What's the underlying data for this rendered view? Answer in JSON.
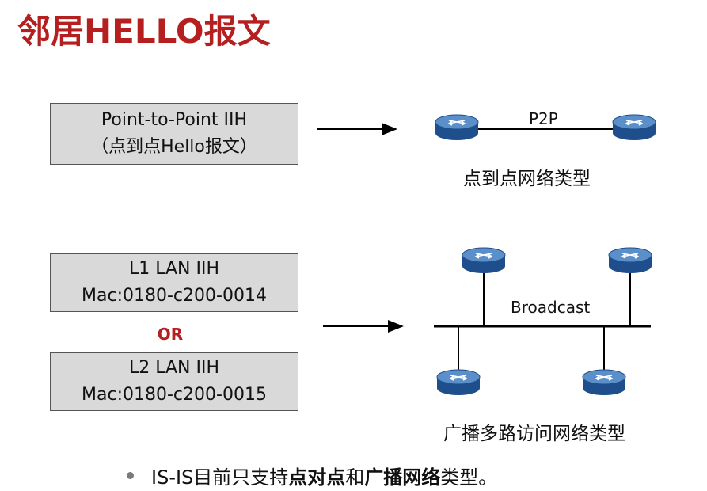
{
  "title": "邻居HELLO报文",
  "p2p": {
    "box_line1": "Point-to-Point IIH",
    "box_line2": "（点到点Hello报文）",
    "link_label": "P2P",
    "caption": "点到点网络类型"
  },
  "lan": {
    "l1_line1": "L1 LAN IIH",
    "l1_line2": "Mac:0180-c200-0014",
    "or_label": "OR",
    "l2_line1": "L2 LAN IIH",
    "l2_line2": "Mac:0180-c200-0015",
    "link_label": "Broadcast",
    "caption": "广播多路访问网络类型"
  },
  "bullet": {
    "part1": "IS-IS目前只支持",
    "part2": "点对点",
    "part3": "和",
    "part4": "广播网络",
    "part5": "类型。"
  },
  "colors": {
    "title": "#b51f1f",
    "box_fill": "#d9d9d9",
    "router_top": "#5b8fc9",
    "router_body": "#1f4e8c"
  }
}
